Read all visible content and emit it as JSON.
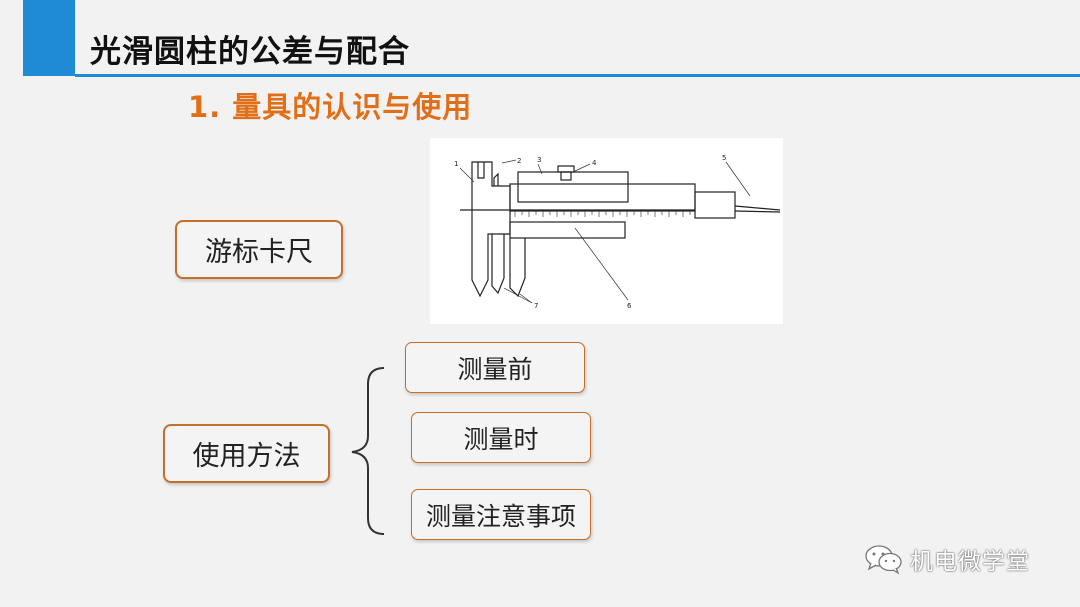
{
  "slide": {
    "title": "光滑圆柱的公差与配合",
    "section_title": "1. 量具的认识与使用"
  },
  "boxes": {
    "caliper": "游标卡尺",
    "usage": "使用方法",
    "before": "测量前",
    "during": "测量时",
    "notes": "测量注意事项"
  },
  "figure": {
    "callouts": [
      "1",
      "2",
      "3",
      "4",
      "5",
      "6",
      "7"
    ]
  },
  "watermark": {
    "text": "机电微学堂",
    "icon": "wechat-icon"
  },
  "colors": {
    "accent_blue": "#1f8ad6",
    "section_orange": "#e06f18",
    "box_border": "#c4702b"
  }
}
